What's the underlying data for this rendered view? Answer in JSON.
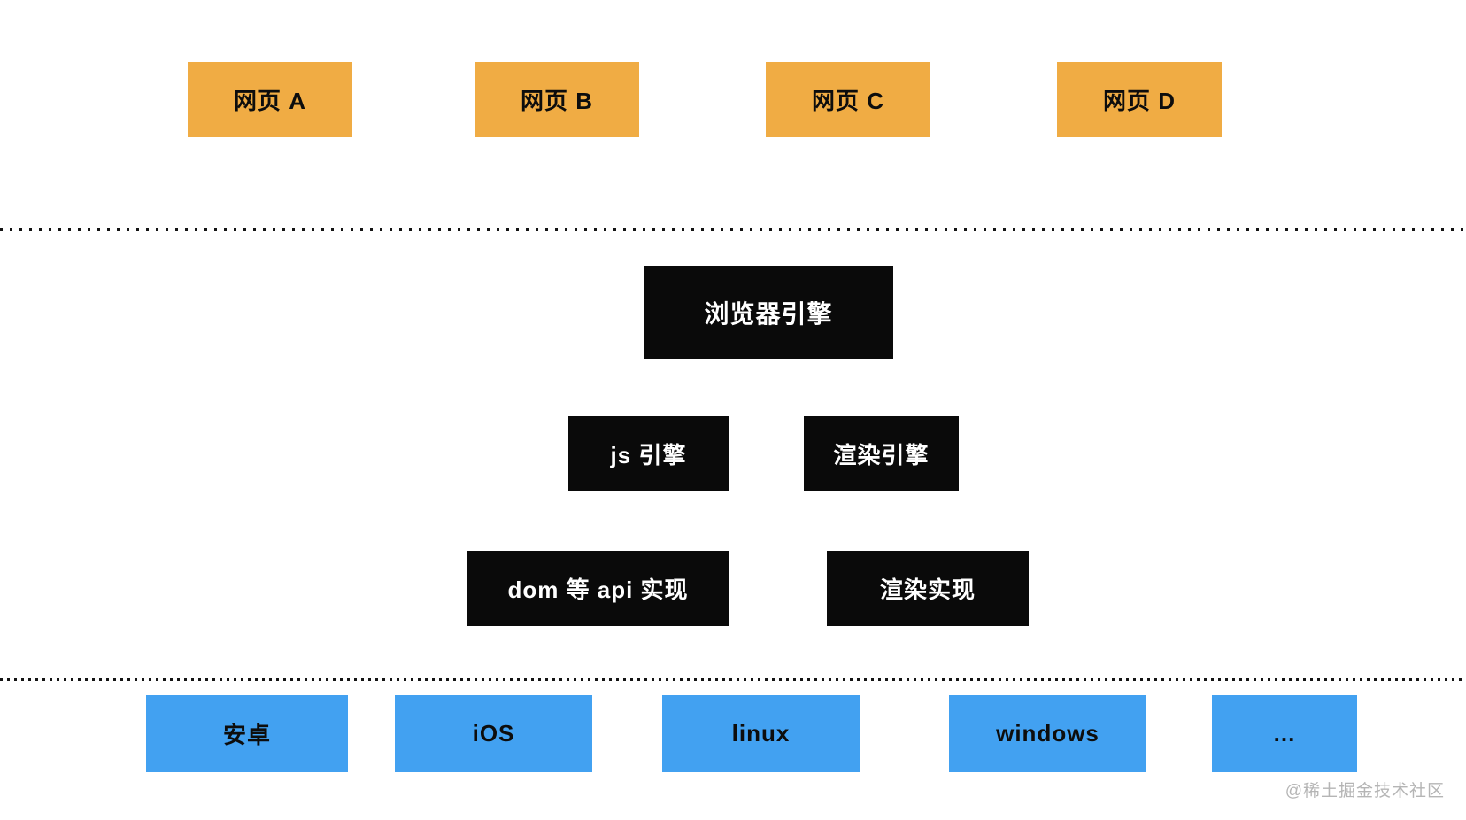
{
  "diagram": {
    "title_implicit": "browser-architecture-diagram",
    "colors": {
      "webpage_box": "#f0ac44",
      "engine_box": "#0a0a0a",
      "platform_box": "#42a1f1",
      "dark_text": "#0d0d0d",
      "light_text": "#ffffff",
      "divider_dots": "#141414",
      "watermark_text": "#b5b5b5",
      "background": "#ffffff"
    },
    "webpages": [
      {
        "label": "网页 A"
      },
      {
        "label": "网页 B"
      },
      {
        "label": "网页 C"
      },
      {
        "label": "网页 D"
      }
    ],
    "engine": {
      "browser_engine": "浏览器引擎",
      "js_engine": "js 引擎",
      "render_engine": "渲染引擎",
      "dom_api_impl": "dom 等 api 实现",
      "render_impl": "渲染实现"
    },
    "platforms": [
      {
        "label": "安卓"
      },
      {
        "label": "iOS"
      },
      {
        "label": "linux"
      },
      {
        "label": "windows"
      },
      {
        "label": "..."
      }
    ],
    "watermark": "@稀土掘金技术社区"
  }
}
